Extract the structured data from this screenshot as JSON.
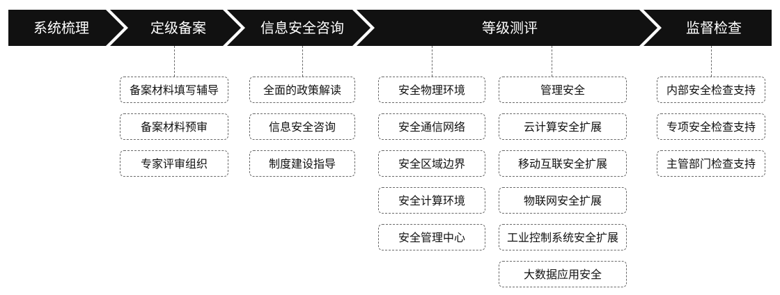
{
  "colors": {
    "arrow_fill": "#111111",
    "arrow_text": "#ffffff",
    "box_border": "#666666",
    "box_text": "#111111"
  },
  "steps": [
    {
      "label": "系统梳理",
      "items": []
    },
    {
      "label": "定级备案",
      "items": [
        "备案材料填写辅导",
        "备案材料预审",
        "专家评审组织"
      ]
    },
    {
      "label": "信息安全咨询",
      "items": [
        "全面的政策解读",
        "信息安全咨询",
        "制度建设指导"
      ]
    },
    {
      "label": "等级测评",
      "items": [
        "安全物理环境",
        "安全通信网络",
        "安全区域边界",
        "安全计算环境",
        "安全管理中心"
      ],
      "items2": [
        "管理安全",
        "云计算安全扩展",
        "移动互联安全扩展",
        "物联网安全扩展",
        "工业控制系统安全扩展",
        "大数据应用安全"
      ]
    },
    {
      "label": "监督检查",
      "items": [
        "内部安全检查支持",
        "专项安全检查支持",
        "主管部门检查支持"
      ]
    }
  ]
}
